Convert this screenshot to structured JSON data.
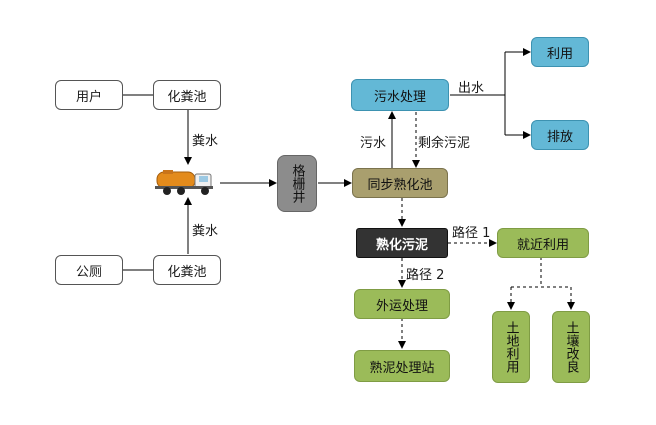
{
  "nodes": {
    "user": "用户",
    "septic_top": "化粪池",
    "toilet": "公厕",
    "septic_bottom": "化粪池",
    "grating_well": "格栅井",
    "sewage_treatment": "污水处理",
    "utilize": "利用",
    "discharge": "排放",
    "sync_digester": "同步熟化池",
    "mature_sludge": "熟化污泥",
    "nearby_use": "就近利用",
    "external_treatment": "外运处理",
    "mature_sludge_station": "熟泥处理站",
    "land_use": "土地利用",
    "soil_improvement": "土壤改良"
  },
  "labels": {
    "feces_water_top": "粪水",
    "feces_water_bottom": "粪水",
    "sewage": "污水",
    "residual_sludge": "剩余污泥",
    "effluent": "出水",
    "route1": "路径 1",
    "route2": "路径 2"
  },
  "icons": {
    "vehicle": "sewage-truck-icon"
  },
  "colors": {
    "green": "#9bbb59",
    "blue": "#63b8d6",
    "olive": "#a99f6e",
    "dark": "#333333",
    "grey": "#8c8c8c"
  }
}
